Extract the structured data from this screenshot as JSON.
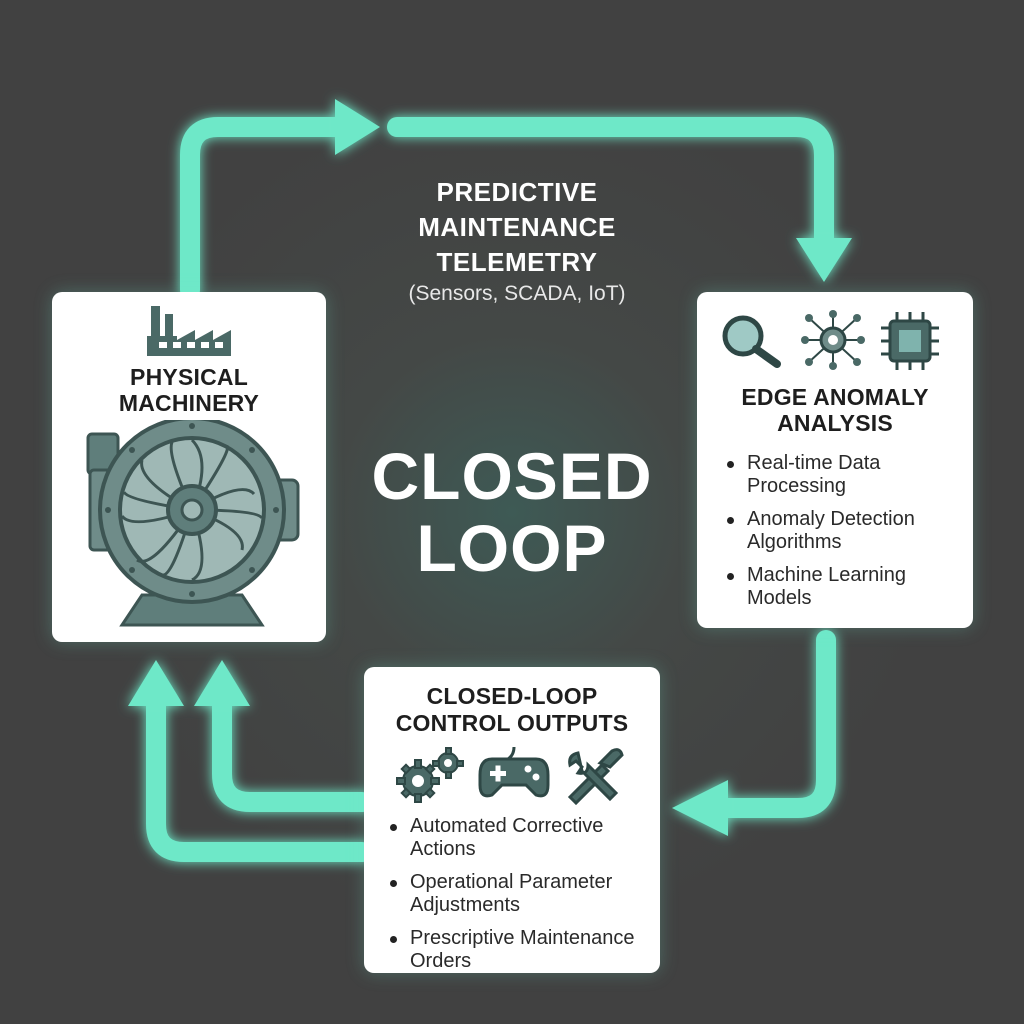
{
  "telemetry": {
    "title": "PREDICTIVE MAINTENANCE TELEMETRY",
    "subtitle": "(Sensors, SCADA, IoT)"
  },
  "center": {
    "title": "CLOSED LOOP"
  },
  "physical": {
    "title": "PHYSICAL MACHINERY",
    "icons": [
      "factory-icon",
      "turbine-icon"
    ]
  },
  "edge": {
    "title": "EDGE ANOMALY ANALYSIS",
    "icons": [
      "magnifier-icon",
      "neural-network-icon",
      "chip-icon"
    ],
    "bullets": [
      "Real-time Data Processing",
      "Anomaly Detection Algorithms",
      "Machine Learning Models"
    ]
  },
  "control": {
    "title": "CLOSED-LOOP CONTROL OUTPUTS",
    "icons": [
      "gears-icon",
      "gamepad-icon",
      "tools-icon"
    ],
    "bullets": [
      "Automated Corrective Actions",
      "Operational Parameter Adjustments",
      "Prescriptive Maintenance Orders"
    ]
  },
  "colors": {
    "accent": "#6ee8c8",
    "background": "#414141",
    "card": "#ffffff",
    "icon": "#4a6966"
  }
}
